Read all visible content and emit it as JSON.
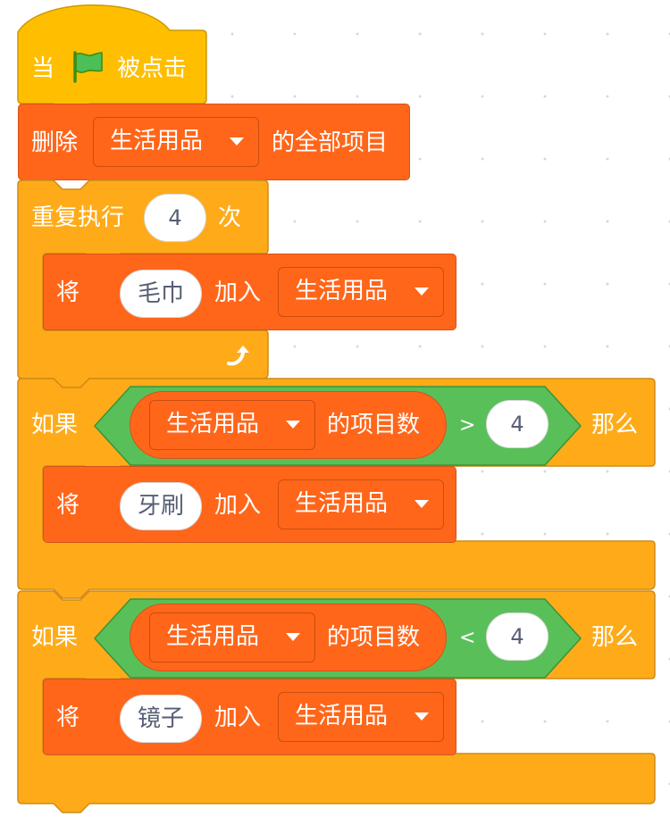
{
  "hat_block": {
    "prefix": "当",
    "suffix": "被点击",
    "flag_icon": "green-flag-icon",
    "color": "#ffbf00"
  },
  "delete_block": {
    "label": "删除",
    "list_name": "生活用品",
    "suffix": "的全部项目",
    "color": "#ff661a"
  },
  "repeat_block": {
    "label": "重复执行",
    "count": "4",
    "suffix": "次",
    "color": "#ffab19"
  },
  "add_block_1": {
    "label": "将",
    "item": "毛巾",
    "mid": "加入",
    "list_name": "生活用品"
  },
  "if_block_1": {
    "label": "如果",
    "list_name": "生活用品",
    "length_label": "的项目数",
    "operator": ">",
    "value": "4",
    "then_label": "那么",
    "body": {
      "label": "将",
      "item": "牙刷",
      "mid": "加入",
      "list_name": "生活用品"
    }
  },
  "if_block_2": {
    "label": "如果",
    "list_name": "生活用品",
    "length_label": "的项目数",
    "operator": "<",
    "value": "4",
    "then_label": "那么",
    "body": {
      "label": "将",
      "item": "镜子",
      "mid": "加入",
      "list_name": "生活用品"
    }
  },
  "colors": {
    "event": "#ffbf00",
    "list": "#ff661a",
    "control": "#ffab19",
    "operator": "#59c059"
  }
}
